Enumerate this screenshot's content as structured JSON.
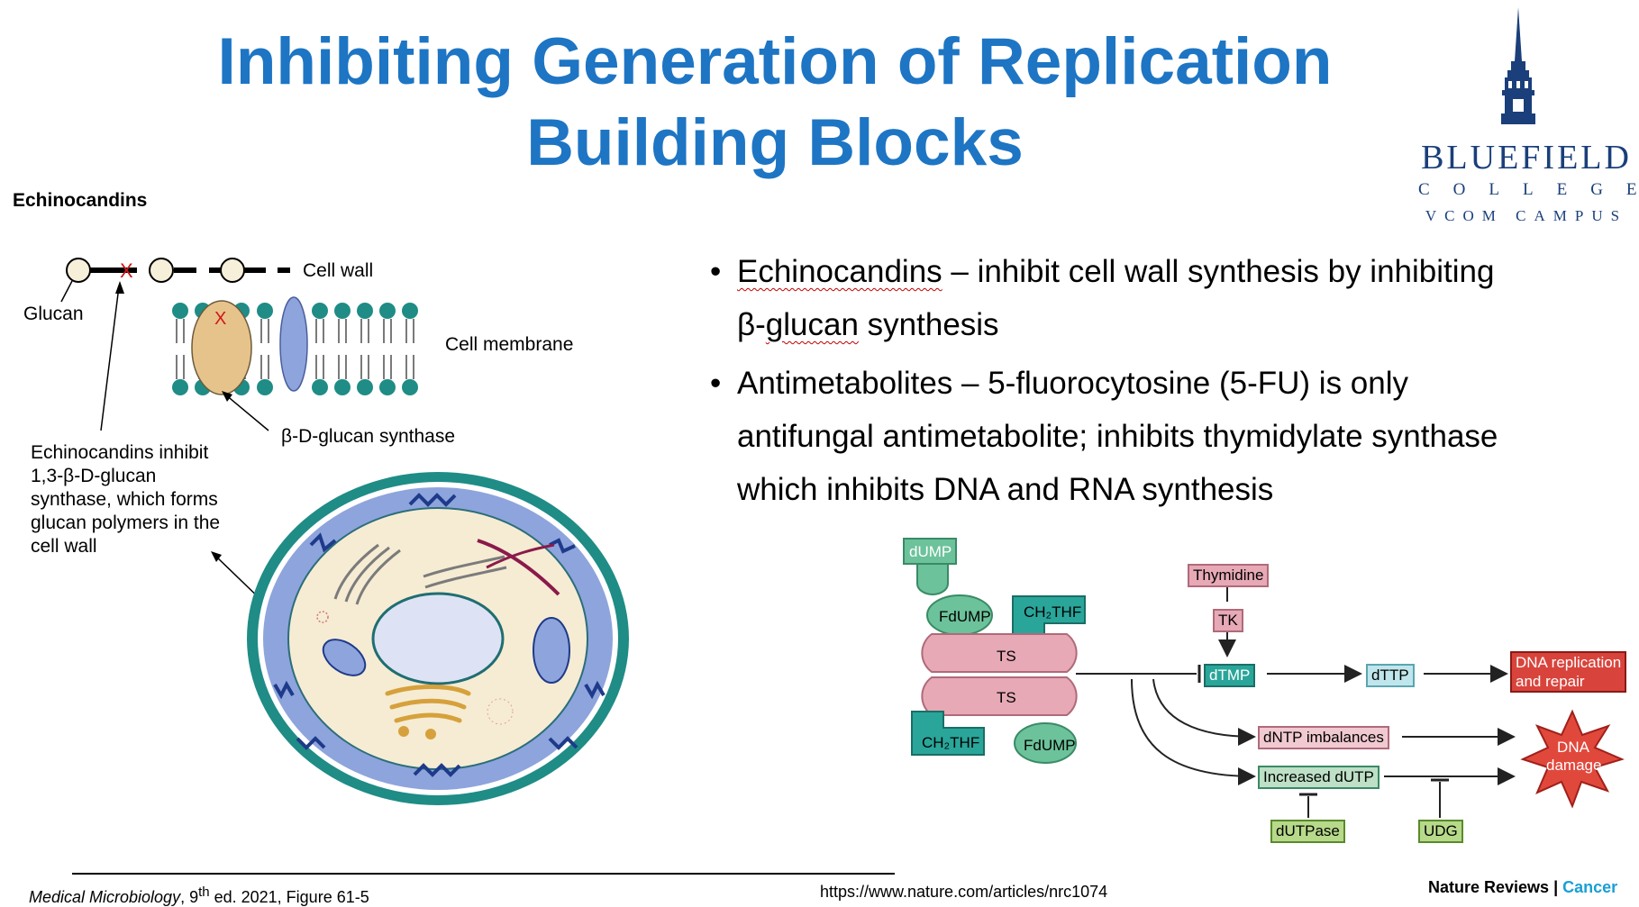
{
  "slide": {
    "title_line1": "Inhibiting Generation of Replication",
    "title_line2": "Building Blocks"
  },
  "logo": {
    "name": "BLUEFIELD",
    "sub": "COLLEGE",
    "campus": "VCOM CAMPUS"
  },
  "left_figure": {
    "heading": "Echinocandins",
    "labels": {
      "cell_wall": "Cell wall",
      "glucan": "Glucan",
      "cell_membrane": "Cell membrane",
      "synthase": "β-D-glucan synthase",
      "x_mark": "X",
      "note_line1": "Echinocandins inhibit",
      "note_line2": "1,3-β-D-glucan",
      "note_line3": "synthase, which forms",
      "note_line4": "glucan polymers in the",
      "note_line5": "cell wall"
    }
  },
  "bullets": {
    "b1_term": "Echinocandins",
    "b1_rest_a": " – inhibit cell wall synthesis by inhibiting",
    "b1_beta": "β-",
    "b1_glucan": "glucan",
    "b1_rest_b": " synthesis",
    "b2_line1": "Antimetabolites – 5-fluorocytosine (5-FU) is only",
    "b2_line2": "antifungal antimetabolite; inhibits thymidylate synthase",
    "b2_line3": "which inhibits DNA and RNA synthesis"
  },
  "pathway": {
    "dump": "dUMP",
    "fdump_top": "FdUMP",
    "ch2thf_top": "CH₂THF",
    "ts1": "TS",
    "ts2": "TS",
    "ch2thf_bottom": "CH₂THF",
    "fdump_bottom": "FdUMP",
    "thymidine": "Thymidine",
    "tk": "TK",
    "dtmp": "dTMP",
    "dttp": "dTTP",
    "dna_rep_1": "DNA replication",
    "dna_rep_2": "and repair",
    "dntp": "dNTP imbalances",
    "dutp": "Increased dUTP",
    "dutpase": "dUTPase",
    "udg": "UDG",
    "damage_1": "DNA",
    "damage_2": "damage",
    "source": "Nature Reviews",
    "source_sep": " | ",
    "source_journal": "Cancer"
  },
  "citations": {
    "left_italic": "Medical Microbiology",
    "left_edition": ", 9",
    "left_sup": "th",
    "left_rest": " ed. 2021, Figure 61-5",
    "right": "https://www.nature.com/articles/nrc1074"
  },
  "colors": {
    "title": "#1d75c4",
    "teal": "#1f8c86",
    "tan": "#e7c38c",
    "periwinkle": "#8ea4dc",
    "pink": "#e6a9b5",
    "green_box": "#bde0c6",
    "red_box": "#d8443c"
  }
}
